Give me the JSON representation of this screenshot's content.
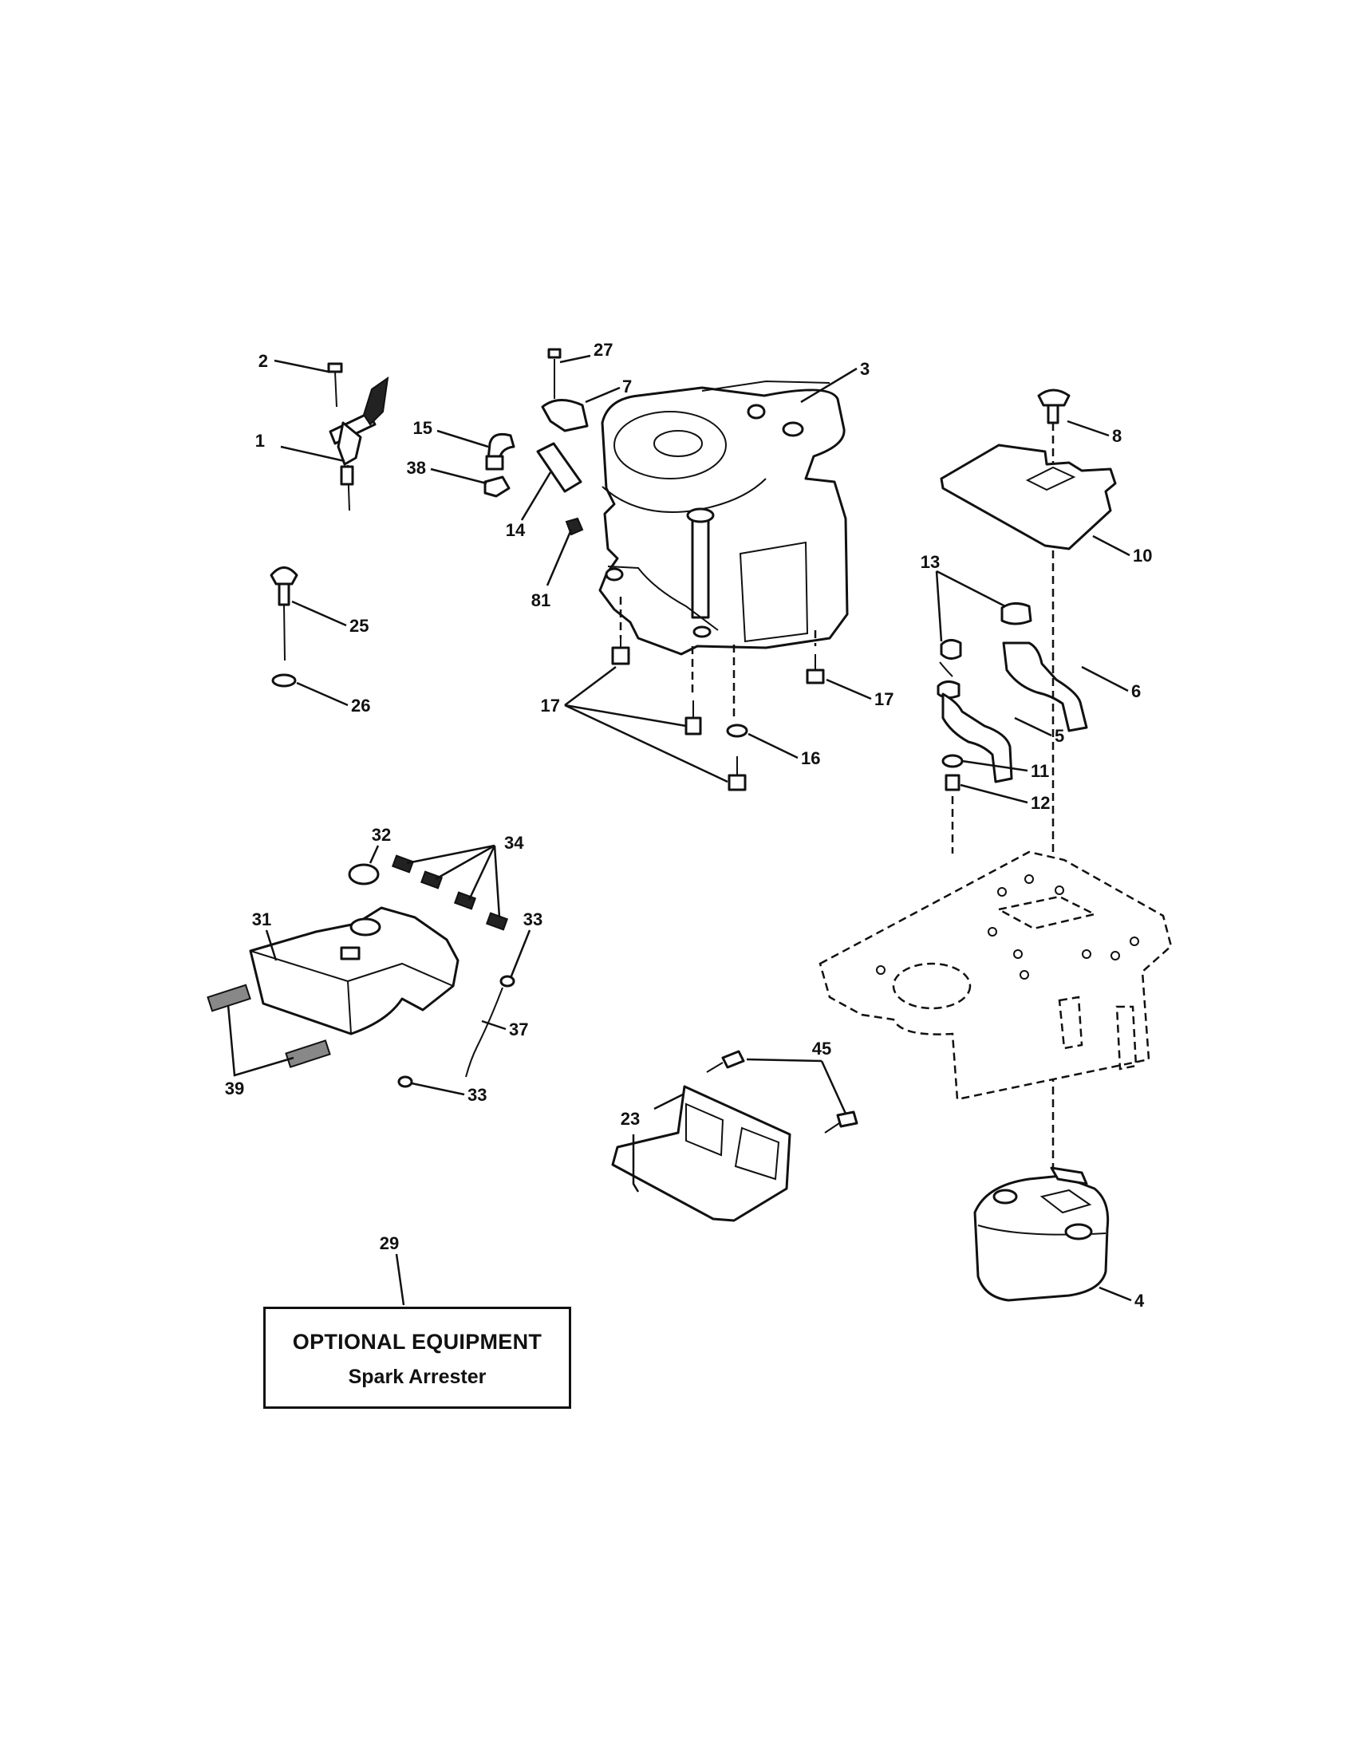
{
  "callouts": [
    {
      "id": "c1",
      "text": "1"
    },
    {
      "id": "c2",
      "text": "2"
    },
    {
      "id": "c3",
      "text": "3"
    },
    {
      "id": "c4",
      "text": "4"
    },
    {
      "id": "c5",
      "text": "5"
    },
    {
      "id": "c6",
      "text": "6"
    },
    {
      "id": "c7",
      "text": "7"
    },
    {
      "id": "c8",
      "text": "8"
    },
    {
      "id": "c10",
      "text": "10"
    },
    {
      "id": "c11",
      "text": "11"
    },
    {
      "id": "c12",
      "text": "12"
    },
    {
      "id": "c13",
      "text": "13"
    },
    {
      "id": "c14",
      "text": "14"
    },
    {
      "id": "c15",
      "text": "15"
    },
    {
      "id": "c16",
      "text": "16"
    },
    {
      "id": "c17a",
      "text": "17"
    },
    {
      "id": "c17b",
      "text": "17"
    },
    {
      "id": "c23",
      "text": "23"
    },
    {
      "id": "c25",
      "text": "25"
    },
    {
      "id": "c26",
      "text": "26"
    },
    {
      "id": "c27",
      "text": "27"
    },
    {
      "id": "c29",
      "text": "29"
    },
    {
      "id": "c31",
      "text": "31"
    },
    {
      "id": "c32",
      "text": "32"
    },
    {
      "id": "c33a",
      "text": "33"
    },
    {
      "id": "c33b",
      "text": "33"
    },
    {
      "id": "c34",
      "text": "34"
    },
    {
      "id": "c37",
      "text": "37"
    },
    {
      "id": "c38",
      "text": "38"
    },
    {
      "id": "c39",
      "text": "39"
    },
    {
      "id": "c45",
      "text": "45"
    },
    {
      "id": "c81",
      "text": "81"
    }
  ],
  "optional_box": {
    "title": "OPTIONAL EQUIPMENT",
    "subtitle": "Spark Arrester"
  }
}
